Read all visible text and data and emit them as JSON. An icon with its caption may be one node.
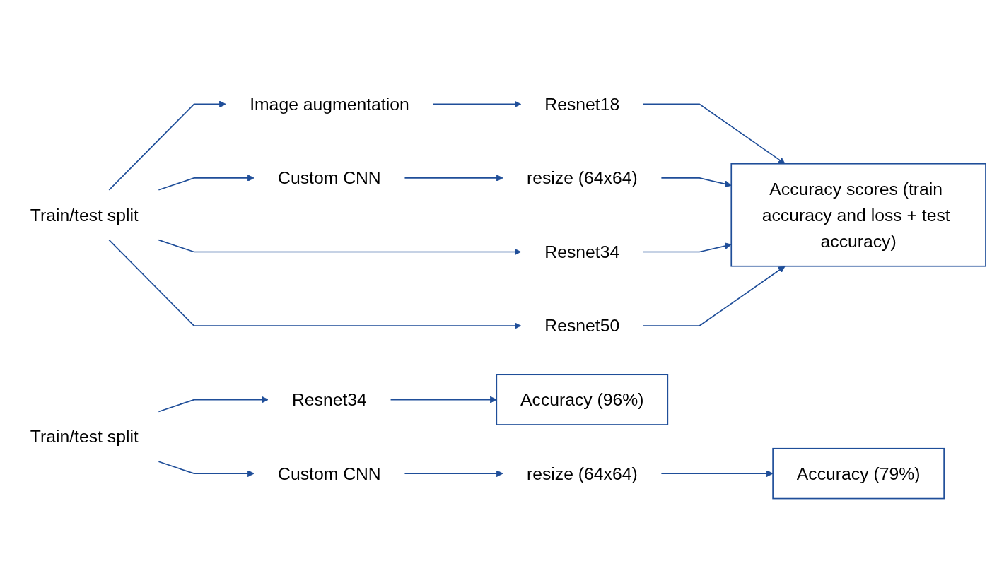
{
  "diagram": {
    "nodes": [
      {
        "text": [
          "Train/test split"
        ]
      },
      {
        "text": [
          "Image augmentation"
        ]
      },
      {
        "text": [
          "Resnet18"
        ]
      },
      {
        "text": [
          "Accuracy scores (train accuracy and loss + test accuracy)"
        ]
      },
      {
        "text": [
          "Custom CNN"
        ]
      },
      {
        "text": [
          "resize (64x64)"
        ]
      },
      {
        "text": [
          "Resnet34"
        ]
      },
      {
        "text": [
          "Resnet50"
        ]
      },
      {
        "text": [
          "Accuracy (96%)"
        ]
      },
      {
        "text": [
          "Train/test split"
        ]
      },
      {
        "text": [
          "Resnet34"
        ]
      },
      {
        "text": [
          "Custom CNN"
        ]
      },
      {
        "text": [
          "resize (64x64)"
        ]
      },
      {
        "text": [
          "Accuracy (79%)"
        ]
      }
    ],
    "edges": [
      {
        "from": 0,
        "to": 1,
        "arrow": "to"
      },
      {
        "from": 0,
        "to": 4,
        "arrow": "to"
      },
      {
        "from": 0,
        "to": 6,
        "arrow": "to"
      },
      {
        "from": 0,
        "to": 7,
        "arrow": "to"
      },
      {
        "from": 1,
        "to": 2,
        "arrow": "to"
      },
      {
        "from": 2,
        "to": 3,
        "arrow": "to"
      },
      {
        "from": 4,
        "to": 5,
        "arrow": "to"
      },
      {
        "from": 5,
        "to": 3,
        "arrow": "to"
      },
      {
        "from": 6,
        "to": 3,
        "arrow": "to"
      },
      {
        "from": 7,
        "to": 3,
        "arrow": "to"
      },
      {
        "from": 9,
        "to": 10,
        "arrow": "to"
      },
      {
        "from": 9,
        "to": 11,
        "arrow": "to"
      },
      {
        "from": 10,
        "to": 8,
        "arrow": "to"
      },
      {
        "from": 11,
        "to": 12,
        "arrow": "to"
      },
      {
        "from": 12,
        "to": 13,
        "arrow": "to"
      }
    ]
  }
}
